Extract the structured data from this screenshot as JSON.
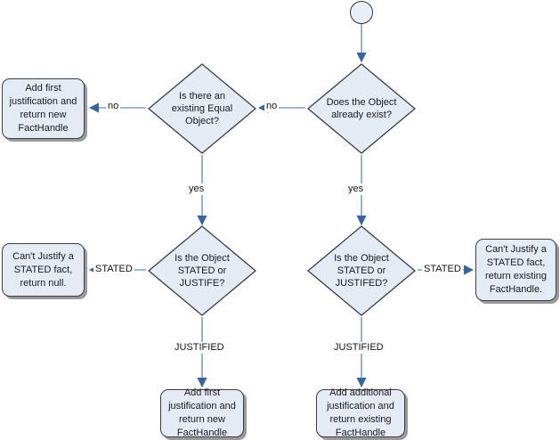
{
  "diagram": {
    "title": "Fact assertion / justification flowchart",
    "colors": {
      "node_fill": "#e4ebf5",
      "node_stroke": "#3b3f45",
      "edge_stroke": "#7d9fc8",
      "arrow_head": "#3465a4",
      "shadow": "#9a9a9a",
      "text": "#1b1b1b",
      "background": "#ffffff"
    },
    "nodes": {
      "start": {
        "label": "",
        "shape": "circle"
      },
      "does_object_exist": {
        "label": "Does the Object\nalready exist?",
        "shape": "diamond"
      },
      "existing_equal_object": {
        "label": "Is there an\nexisting Equal\nObject?",
        "shape": "diamond"
      },
      "add_first_justification_top": {
        "label": "Add first\njustification and\nreturn new\nFactHandle",
        "shape": "rounded-rect"
      },
      "stated_or_justife": {
        "label": "Is the Object\nSTATED or\nJUSTIFE?",
        "shape": "diamond"
      },
      "stated_or_justifed": {
        "label": "Is the Object\nSTATED or\nJUSTIFED?",
        "shape": "diamond"
      },
      "cant_justify_null": {
        "label": "Can't Justify a\nSTATED fact,\nreturn null.",
        "shape": "rounded-rect"
      },
      "cant_justify_existing": {
        "label": "Can't Justify a\nSTATED fact,\nreturn existing\nFactHandle.",
        "shape": "rounded-rect"
      },
      "add_first_justification_bottom": {
        "label": "Add first\njustification and\nreturn new\nFactHandle",
        "shape": "rounded-rect"
      },
      "add_additional_justification": {
        "label": "Add additional\njustification and\nreturn existing\nFactHandle",
        "shape": "rounded-rect"
      }
    },
    "edges": [
      {
        "id": "start-to-exists",
        "from": "start",
        "to": "does_object_exist",
        "label": ""
      },
      {
        "id": "exists-no",
        "from": "does_object_exist",
        "to": "existing_equal_object",
        "label": "no"
      },
      {
        "id": "equal-no",
        "from": "existing_equal_object",
        "to": "add_first_justification_top",
        "label": "no"
      },
      {
        "id": "equal-yes",
        "from": "existing_equal_object",
        "to": "stated_or_justife",
        "label": "yes"
      },
      {
        "id": "exists-yes",
        "from": "does_object_exist",
        "to": "stated_or_justifed",
        "label": "yes"
      },
      {
        "id": "justife-stated",
        "from": "stated_or_justife",
        "to": "cant_justify_null",
        "label": "STATED"
      },
      {
        "id": "justifed-stated",
        "from": "stated_or_justifed",
        "to": "cant_justify_existing",
        "label": "STATED"
      },
      {
        "id": "justife-justified",
        "from": "stated_or_justife",
        "to": "add_first_justification_bottom",
        "label": "JUSTIFIED"
      },
      {
        "id": "justifed-justified",
        "from": "stated_or_justifed",
        "to": "add_additional_justification",
        "label": "JUSTIFIED"
      }
    ]
  }
}
